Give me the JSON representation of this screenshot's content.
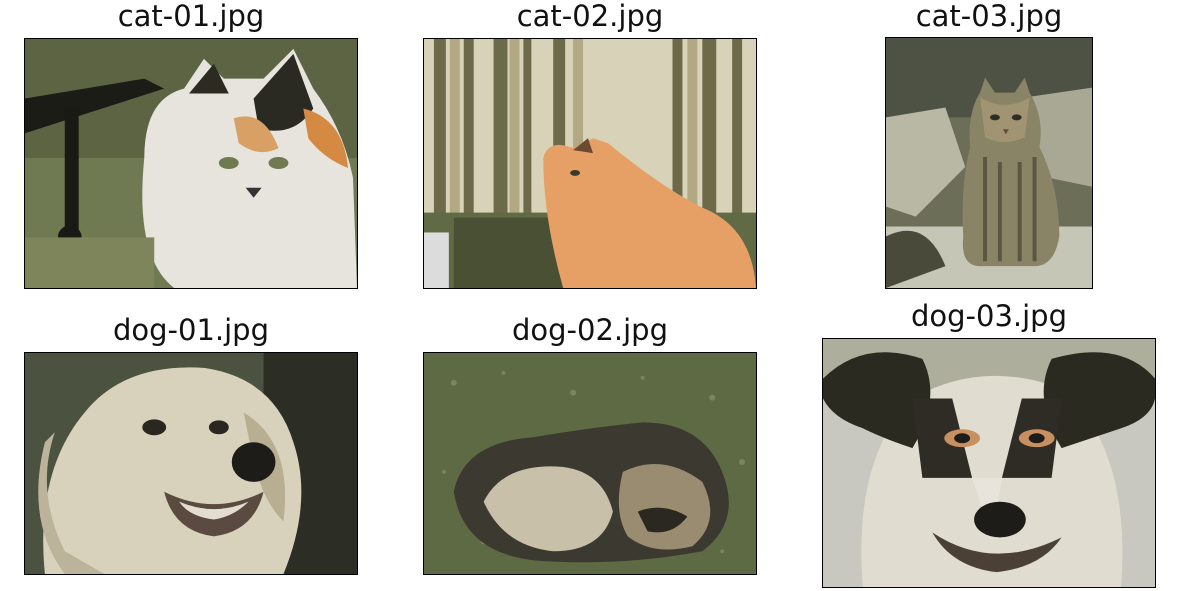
{
  "figure": {
    "images": [
      {
        "filename": "cat-01.jpg",
        "subject": "calico cat near bench",
        "icon": "cat-photo"
      },
      {
        "filename": "cat-02.jpg",
        "subject": "orange cat by bamboo fence",
        "icon": "cat-photo"
      },
      {
        "filename": "cat-03.jpg",
        "subject": "tabby cat sitting outdoors",
        "icon": "cat-photo"
      },
      {
        "filename": "dog-01.jpg",
        "subject": "golden retriever portrait",
        "icon": "dog-photo"
      },
      {
        "filename": "dog-02.jpg",
        "subject": "dog curled up on grass",
        "icon": "dog-photo"
      },
      {
        "filename": "dog-03.jpg",
        "subject": "mixed breed dog portrait",
        "icon": "dog-photo"
      }
    ]
  }
}
